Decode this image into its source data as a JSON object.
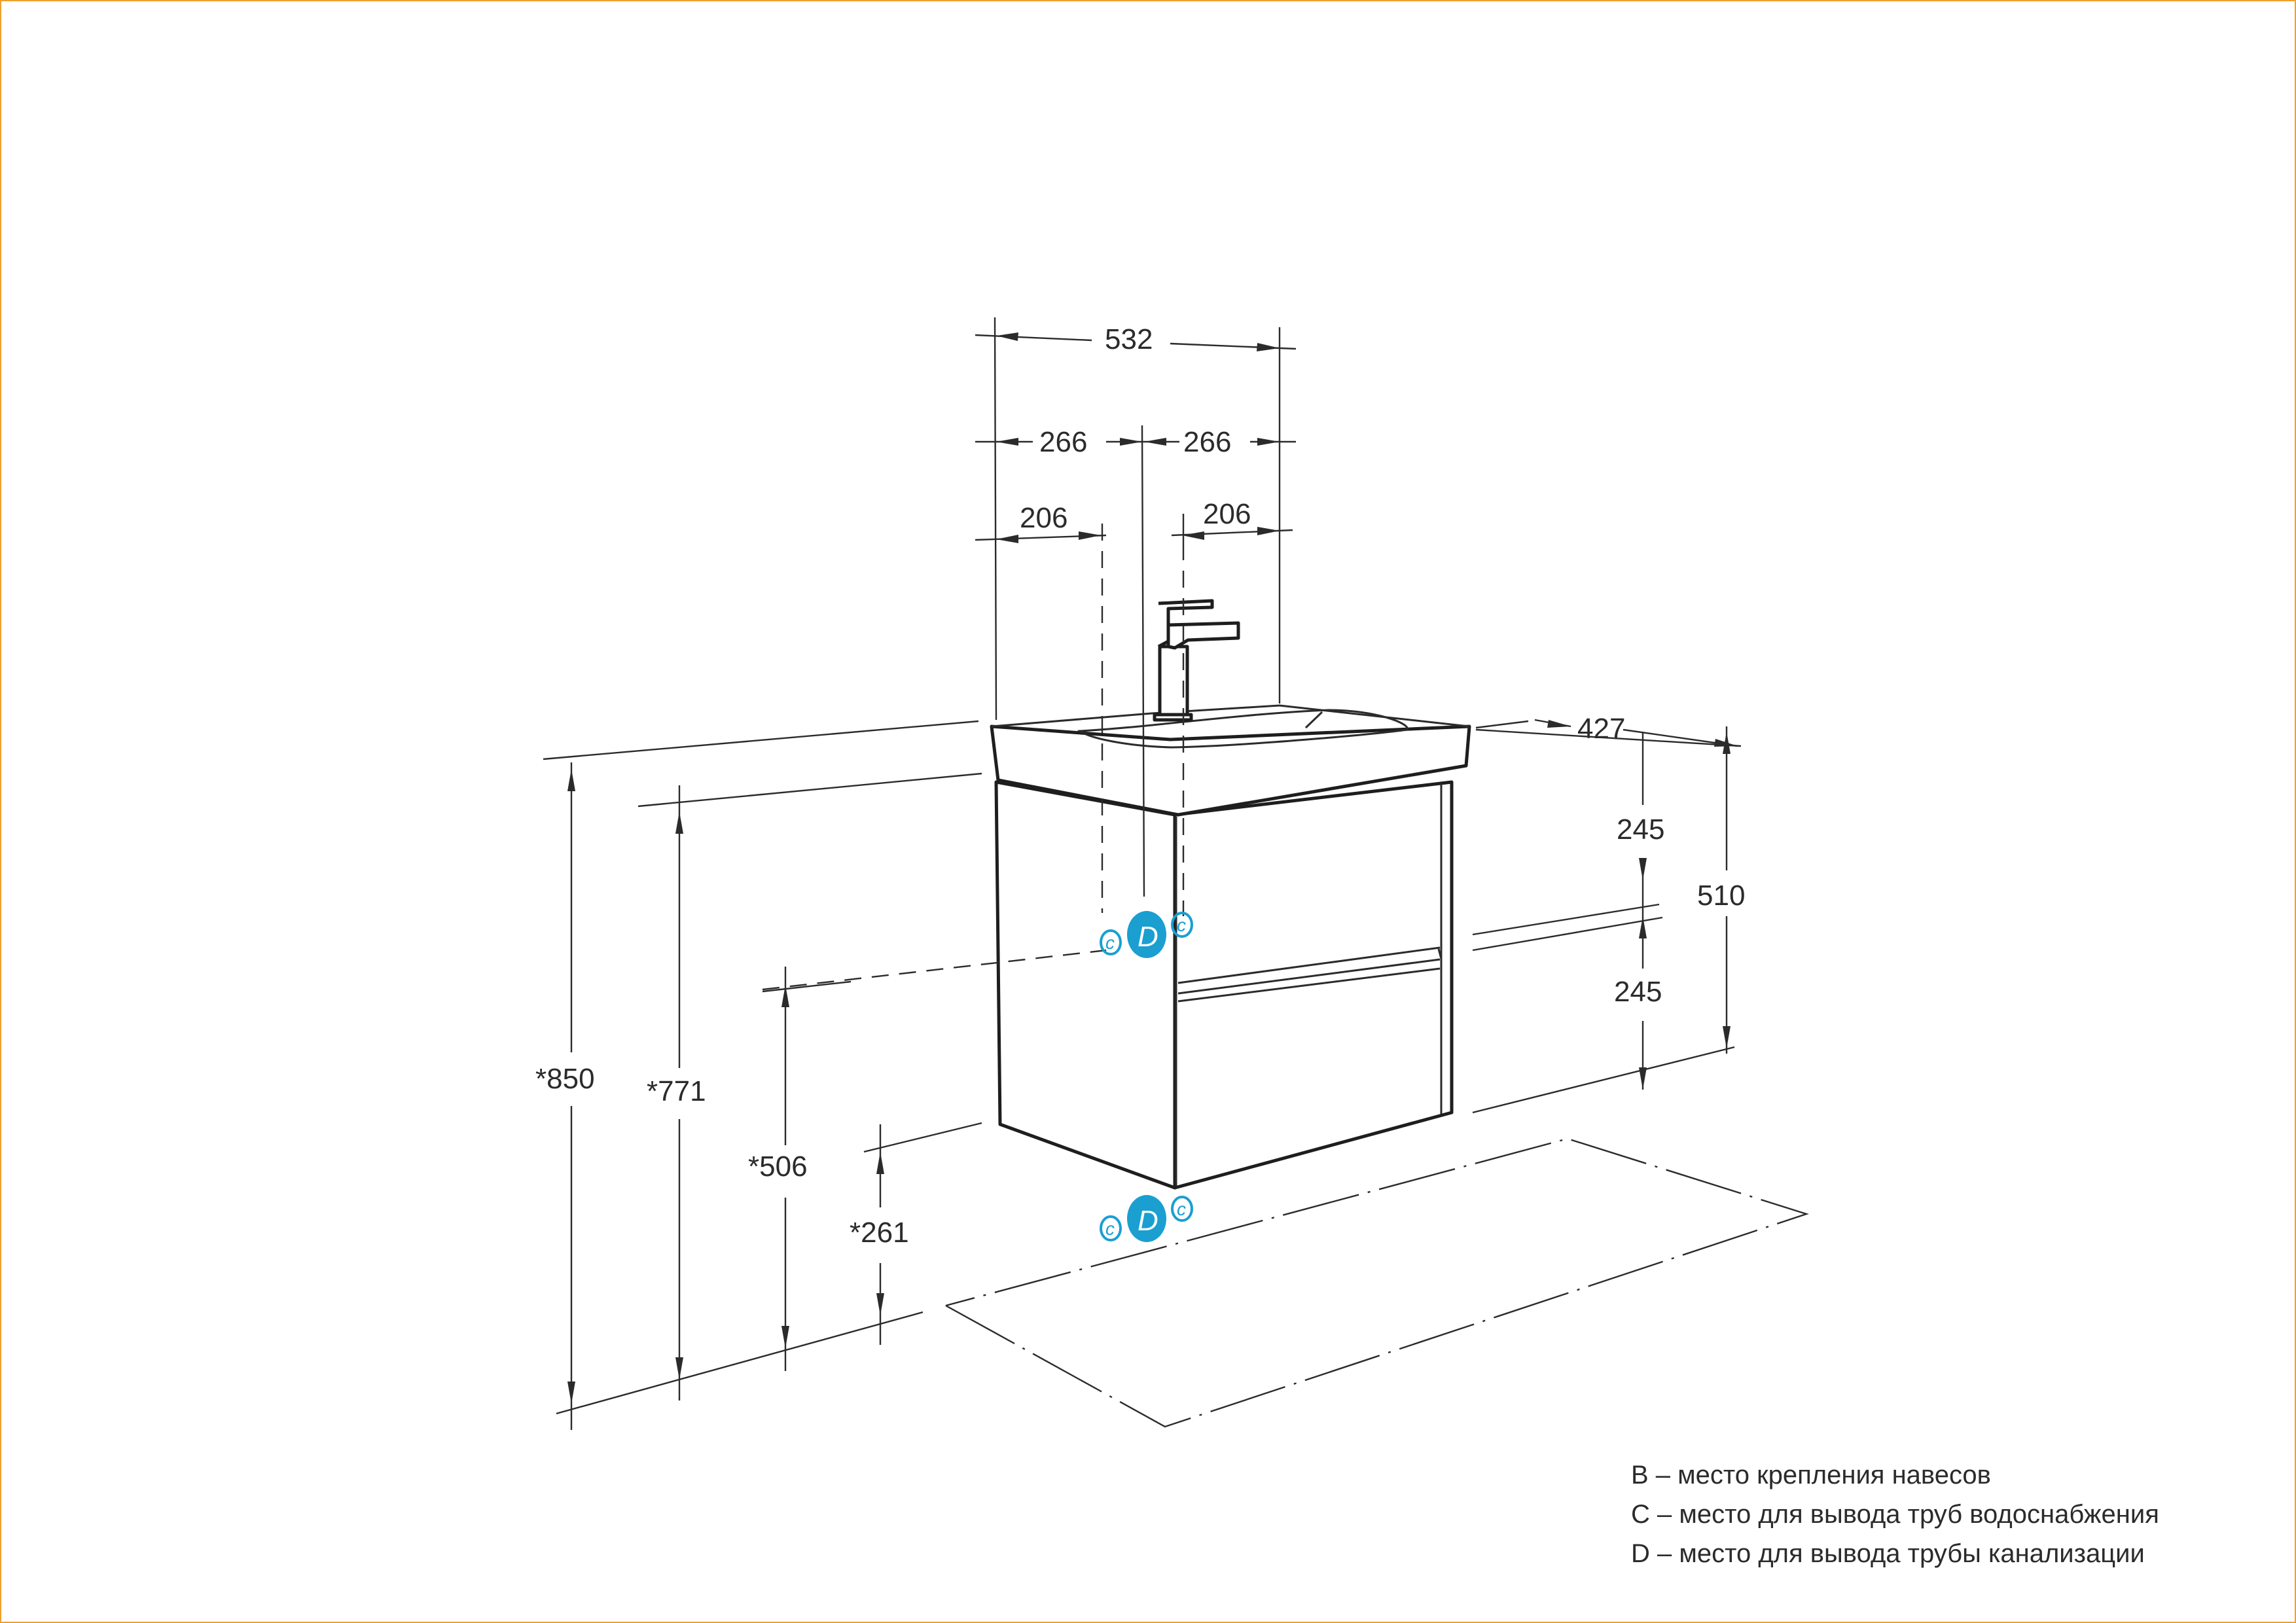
{
  "dimensions": {
    "overall_width": "532",
    "half_left": "266",
    "half_right": "266",
    "offset_left": "206",
    "offset_right": "206",
    "depth": "427",
    "cabinet_height": "510",
    "upper_drawer": "245",
    "lower_drawer": "245",
    "height_850": "*850",
    "height_771": "*771",
    "height_506": "*506",
    "height_261": "*261"
  },
  "markers": {
    "c_label": "c",
    "d_label": "D"
  },
  "legend": [
    "B – место крепления навесов",
    "C – место для вывода труб водоснабжения",
    "D – место для вывода трубы канализации"
  ],
  "colors": {
    "frame": "#f0a030",
    "marker": "#1a9fd0",
    "line": "#2b2b2b"
  }
}
